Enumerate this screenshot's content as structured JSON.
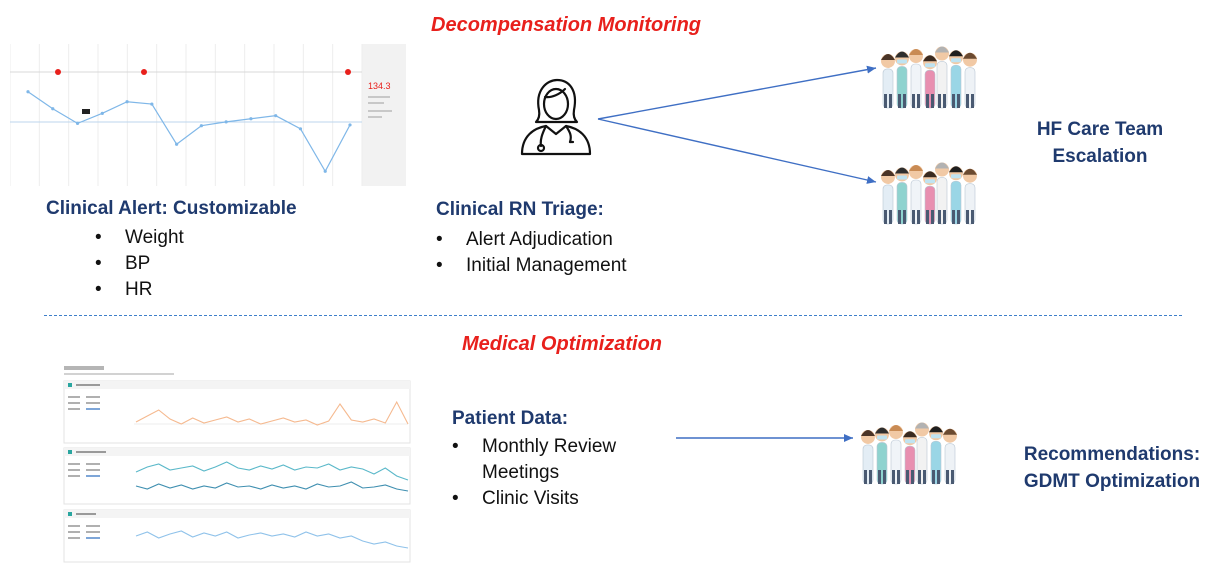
{
  "sections": {
    "top_title": "Decompensation Monitoring",
    "bottom_title": "Medical Optimization"
  },
  "clinical_alert": {
    "heading": "Clinical Alert: Customizable",
    "items": [
      "Weight",
      "BP",
      "HR"
    ]
  },
  "triage": {
    "heading": "Clinical RN Triage:",
    "items": [
      "Alert Adjudication",
      "Initial Management"
    ]
  },
  "escalation": {
    "line1": "HF Care Team",
    "line2": "Escalation"
  },
  "patient_data": {
    "heading": "Patient Data:",
    "items": [
      "Monthly Review\nMeetings",
      "Clinic Visits"
    ]
  },
  "recommendations": {
    "line1": "Recommendations:",
    "line2": "GDMT Optimization"
  },
  "weight_chart": {
    "readout": "134.3",
    "values": [
      128.4,
      126.2,
      124.3,
      125.6,
      127.1,
      126.8,
      121.6,
      124.0,
      124.5,
      124.9,
      125.3,
      123.6,
      118.1,
      124.1
    ]
  },
  "colors": {
    "accent_red": "#e8201c",
    "heading_blue": "#1f3a6e",
    "arrow_blue": "#3f6fc4"
  },
  "icons": [
    "nurse-icon",
    "care-team-icon"
  ]
}
